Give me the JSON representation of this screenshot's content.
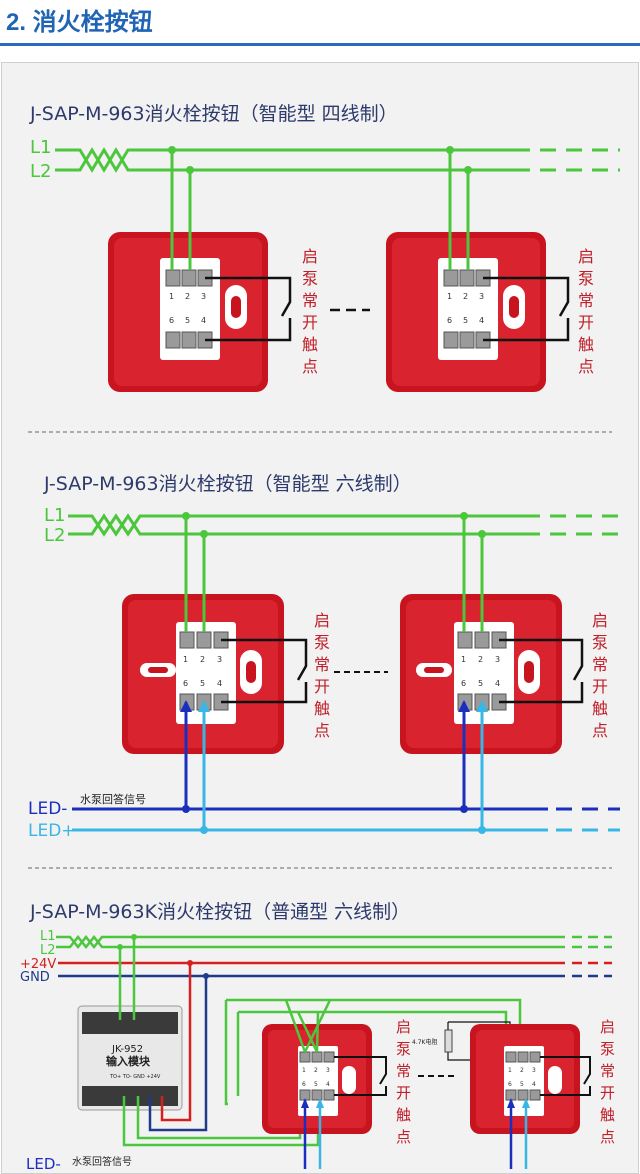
{
  "page": {
    "title": "2. 消火栓按钮"
  },
  "sections": [
    {
      "title": "J-SAP-M-963消火栓按钮（智能型 四线制）",
      "bus_labels": [
        "L1",
        "L2"
      ],
      "terminal_top": [
        "1",
        "2",
        "3"
      ],
      "terminal_bottom": [
        "6",
        "5",
        "4"
      ],
      "contact_label": [
        "启",
        "泵",
        "常",
        "开",
        "触",
        "点"
      ]
    },
    {
      "title": "J-SAP-M-963消火栓按钮（智能型 六线制）",
      "bus_labels": [
        "L1",
        "L2"
      ],
      "terminal_top": [
        "1",
        "2",
        "3"
      ],
      "terminal_bottom": [
        "6",
        "5",
        "4"
      ],
      "contact_label": [
        "启",
        "泵",
        "常",
        "开",
        "触",
        "点"
      ],
      "led_labels": [
        "LED-",
        "LED+"
      ],
      "led_signal": "水泵回答信号"
    },
    {
      "title": "J-SAP-M-963K消火栓按钮（普通型 六线制）",
      "bus_labels": [
        "L1",
        "L2",
        "+24V",
        "GND"
      ],
      "module": {
        "model": "JK-952",
        "name": "输入模块",
        "terminals": "TO+  TO-  GND  +24V"
      },
      "terminal_top": [
        "1",
        "2",
        "3"
      ],
      "terminal_bottom": [
        "6",
        "5",
        "4"
      ],
      "contact_label": [
        "启",
        "泵",
        "常",
        "开",
        "触",
        "点"
      ],
      "resistor": "4.7K电阻",
      "led_labels": [
        "LED-"
      ],
      "led_signal": "水泵回答信号"
    }
  ],
  "colors": {
    "title": "#1f64b5",
    "green": "#4cc63c",
    "blue": "#1b2fbf",
    "cyan": "#38b6e6",
    "red": "#d62020",
    "navy": "#1e3a8a",
    "button": "#c8141e",
    "label_red": "#c0202a"
  }
}
